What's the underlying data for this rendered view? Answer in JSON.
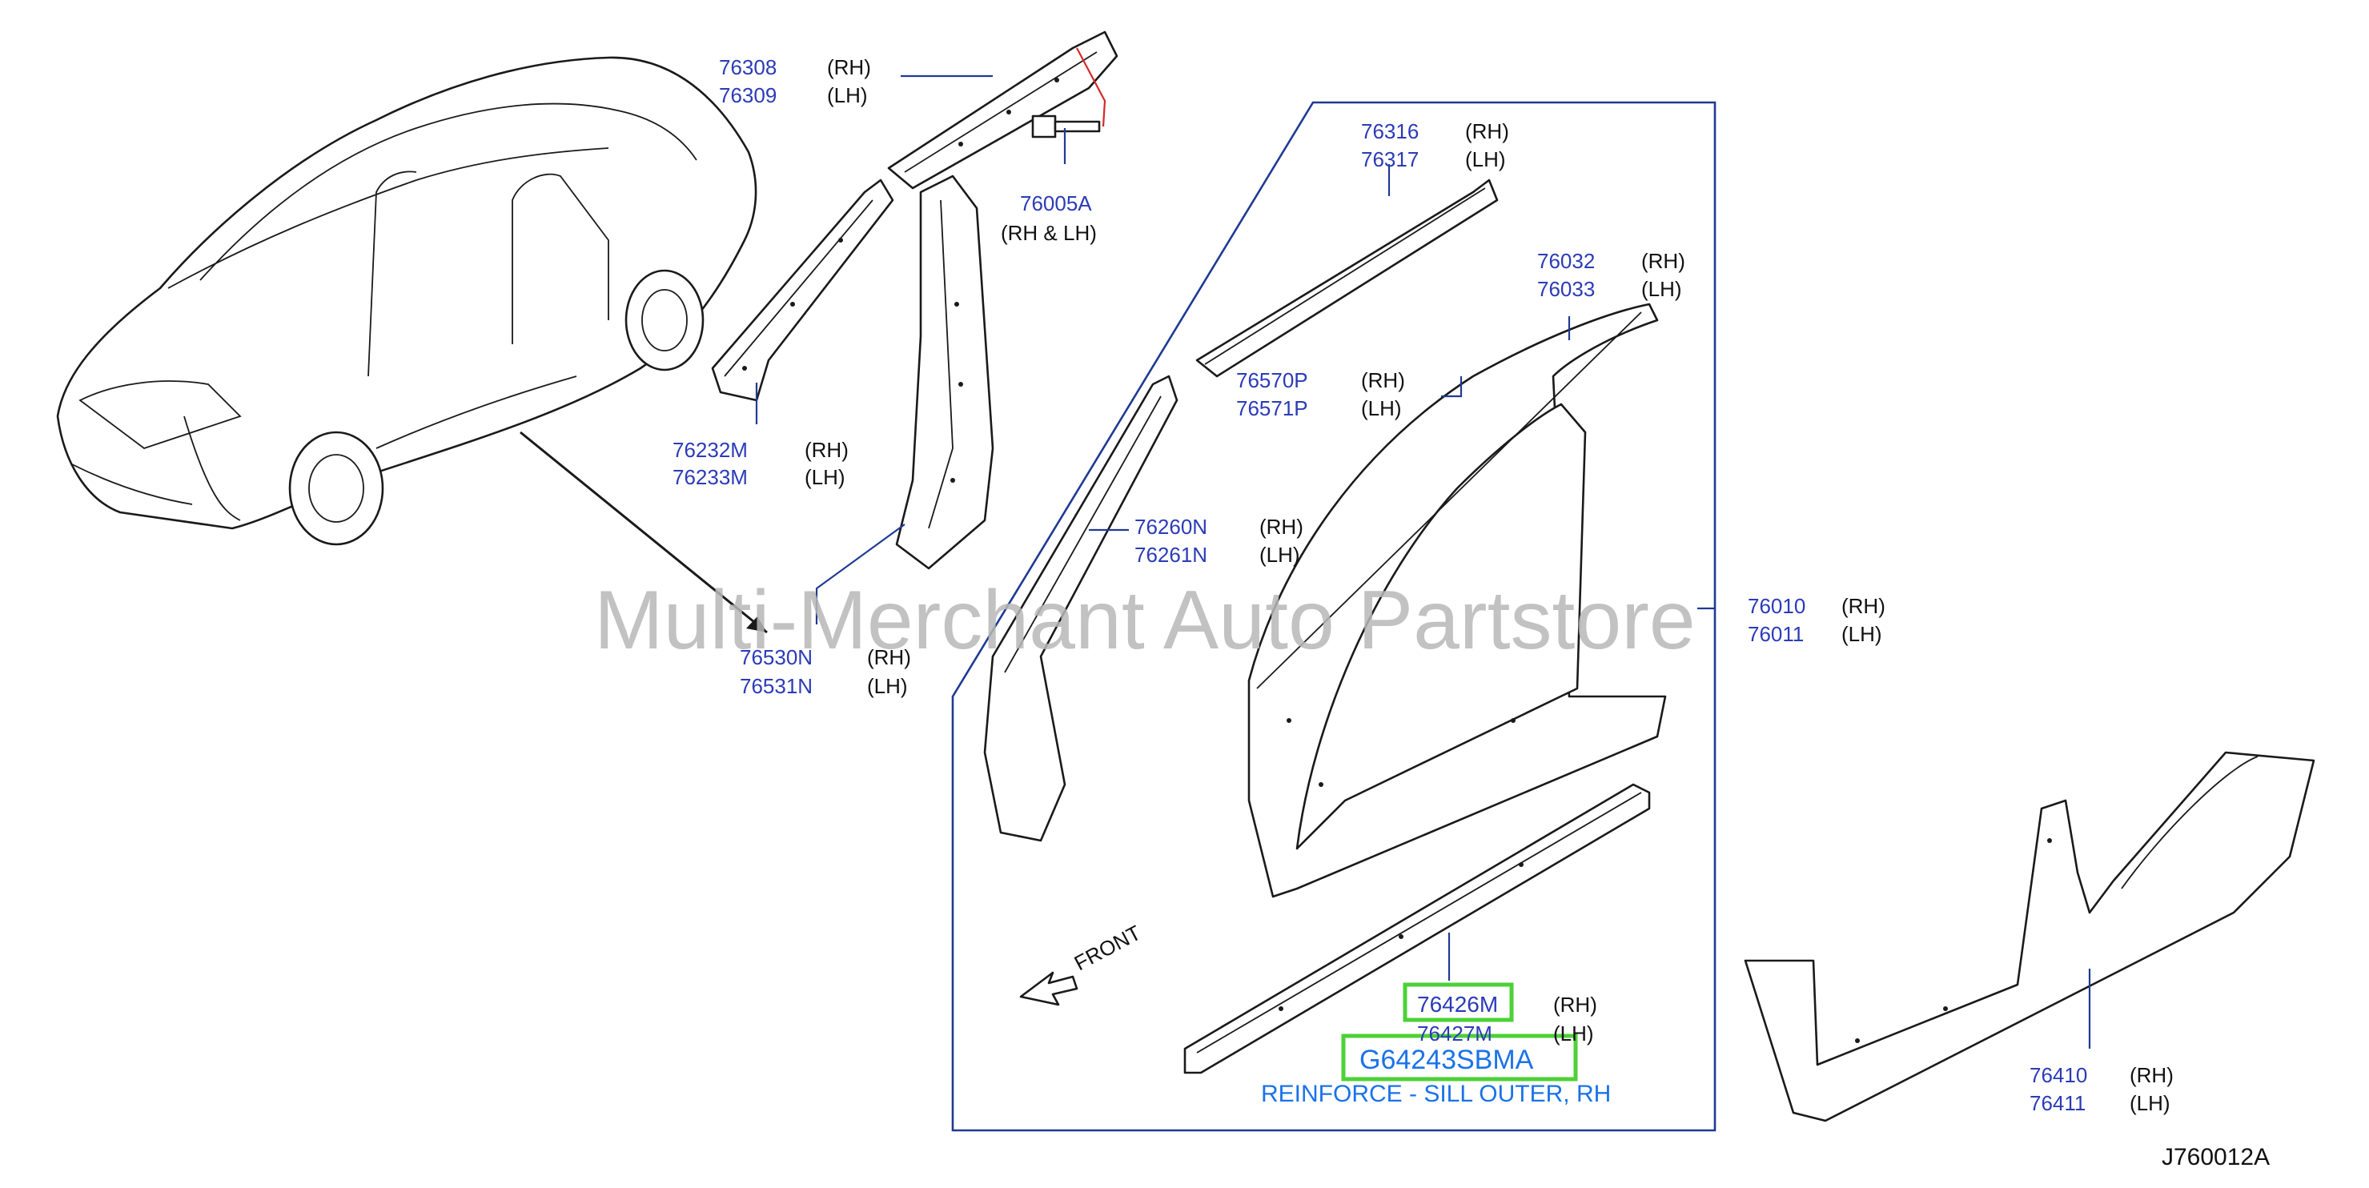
{
  "watermark": "Multi-Merchant Auto Partstore",
  "figure_code": "J760012A",
  "front_label": "FRONT",
  "callouts": [
    {
      "id": "c1",
      "lines": [
        {
          "pn": "76308",
          "side": "(RH)"
        },
        {
          "pn": "76309",
          "side": "(LH)"
        }
      ]
    },
    {
      "id": "c2",
      "lines": [
        {
          "pn": "76005A",
          "side": ""
        }
      ],
      "extra": "(RH  &  LH)"
    },
    {
      "id": "c3",
      "lines": [
        {
          "pn": "76232M",
          "side": "(RH)"
        },
        {
          "pn": "76233M",
          "side": "(LH)"
        }
      ]
    },
    {
      "id": "c4",
      "lines": [
        {
          "pn": "76530N",
          "side": "(RH)"
        },
        {
          "pn": "76531N",
          "side": "(LH)"
        }
      ]
    },
    {
      "id": "c5",
      "lines": [
        {
          "pn": "76316",
          "side": "(RH)"
        },
        {
          "pn": "76317",
          "side": "(LH)"
        }
      ]
    },
    {
      "id": "c6",
      "lines": [
        {
          "pn": "76032",
          "side": "(RH)"
        },
        {
          "pn": "76033",
          "side": "(LH)"
        }
      ]
    },
    {
      "id": "c7",
      "lines": [
        {
          "pn": "76570P",
          "side": "(RH)"
        },
        {
          "pn": "76571P",
          "side": "(LH)"
        }
      ]
    },
    {
      "id": "c8",
      "lines": [
        {
          "pn": "76260N",
          "side": "(RH)"
        },
        {
          "pn": "76261N",
          "side": "(LH)"
        }
      ]
    },
    {
      "id": "c9",
      "lines": [
        {
          "pn": "76010",
          "side": "(RH)"
        },
        {
          "pn": "76011",
          "side": "(LH)"
        }
      ]
    },
    {
      "id": "c10",
      "lines": [
        {
          "pn": "76426M",
          "side": "(RH)"
        },
        {
          "pn": "76427M",
          "side": "(LH)"
        }
      ],
      "alt_part": "G64243SBMA",
      "description": "REINFORCE - SILL OUTER, RH"
    },
    {
      "id": "c11",
      "lines": [
        {
          "pn": "76410",
          "side": "(RH)"
        },
        {
          "pn": "76411",
          "side": "(LH)"
        }
      ]
    }
  ],
  "colors": {
    "part_number": "#2b3bb8",
    "leader": "#1f3a93",
    "highlight": "#4cd137",
    "alt_text": "#1a73e8",
    "fastener_leader": "#d62828"
  }
}
